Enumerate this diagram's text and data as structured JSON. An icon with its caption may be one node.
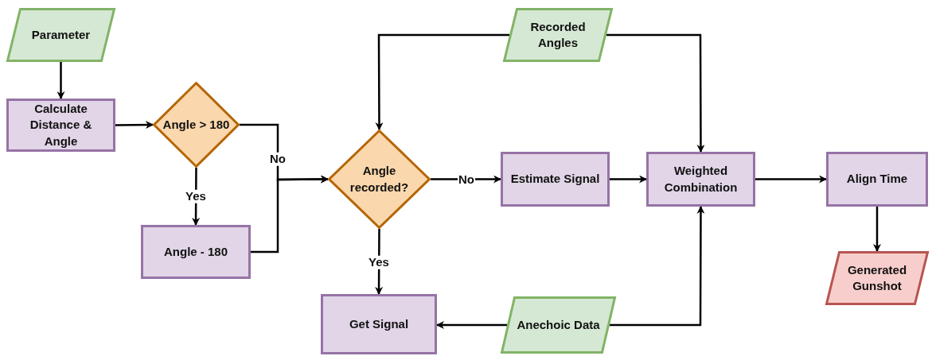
{
  "diagram": {
    "nodes": [
      {
        "text": [
          "Parameter"
        ]
      },
      {
        "text": [
          "Calculate Distance & Angle"
        ]
      },
      {
        "text": [
          "Angle > 180"
        ]
      },
      {
        "text": [
          "Angle - 180"
        ]
      },
      {
        "text": [
          "Angle recorded?"
        ]
      },
      {
        "text": [
          "Recorded Angles"
        ]
      },
      {
        "text": [
          "Estimate Signal"
        ]
      },
      {
        "text": [
          "Weighted Combination"
        ]
      },
      {
        "text": [
          "Align Time"
        ]
      },
      {
        "text": [
          "Generated Gunshot"
        ]
      },
      {
        "text": [
          "Get Signal"
        ]
      },
      {
        "text": [
          "Anechoic Data"
        ]
      }
    ],
    "edges": [
      {
        "from": 0,
        "to": 1,
        "arrow": "to"
      },
      {
        "from": 1,
        "to": 2,
        "arrow": "to"
      },
      {
        "from": 2,
        "to": 4,
        "arrow": "to",
        "label": "No"
      },
      {
        "from": 2,
        "to": 3,
        "arrow": "to",
        "label": "Yes"
      },
      {
        "from": 3,
        "to": 4,
        "arrow": "to"
      },
      {
        "from": 4,
        "to": 6,
        "arrow": "to",
        "label": "No"
      },
      {
        "from": 4,
        "to": 10,
        "arrow": "to",
        "label": "Yes"
      },
      {
        "from": 5,
        "to": 4,
        "arrow": "to"
      },
      {
        "from": 5,
        "to": 7,
        "arrow": "to"
      },
      {
        "from": 6,
        "to": 7,
        "arrow": "to"
      },
      {
        "from": 7,
        "to": 8,
        "arrow": "to"
      },
      {
        "from": 8,
        "to": 9,
        "arrow": "to"
      },
      {
        "from": 11,
        "to": 10,
        "arrow": "to"
      },
      {
        "from": 11,
        "to": 7,
        "arrow": "to"
      }
    ]
  }
}
